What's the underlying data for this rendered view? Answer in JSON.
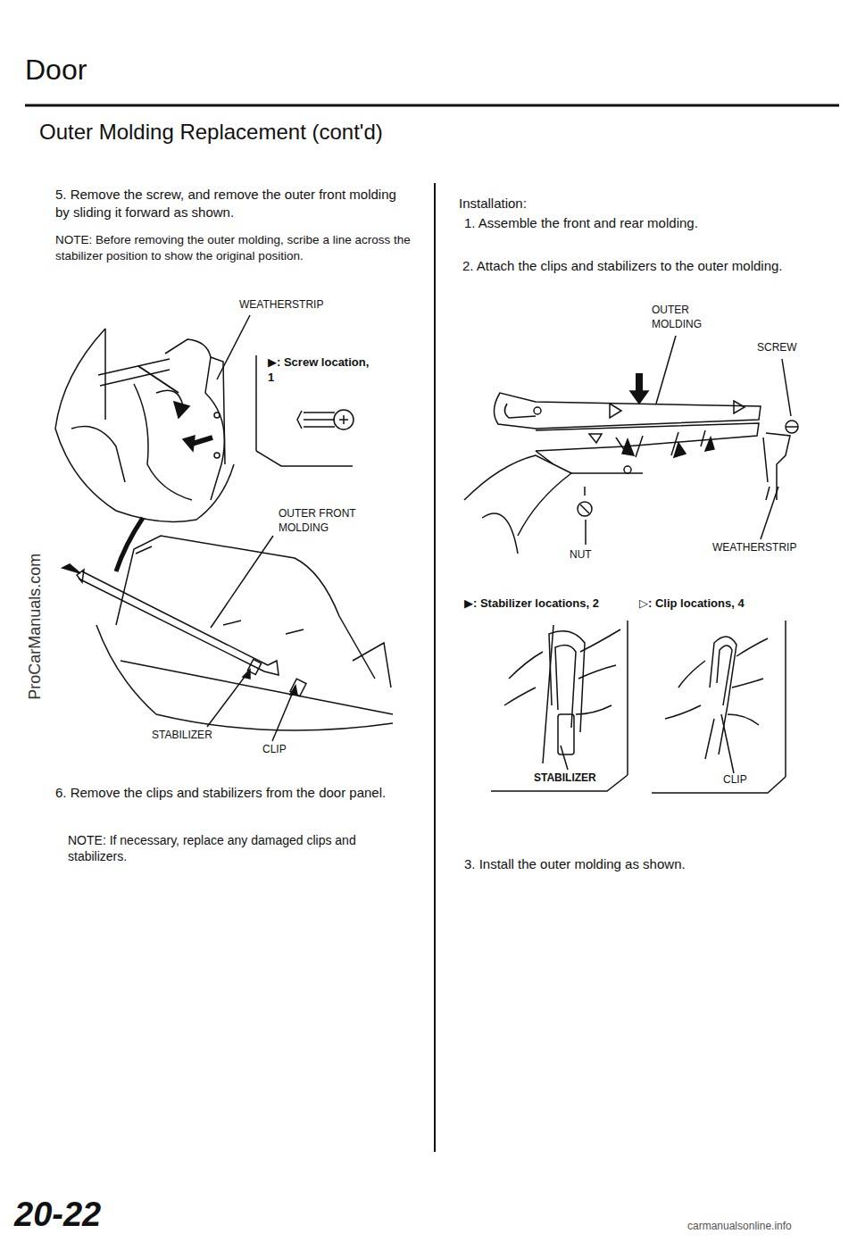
{
  "diagram": {
    "title": "Door",
    "labels": [
      "Outer Molding Replacement (cont'd)",
      "5. Remove the screw, and remove the outer front molding by sliding it forward as shown.",
      "NOTE: Before removing the outer molding, scribe a line across the stabilizer position to show the original position.",
      "WEATHERSTRIP",
      "▶: Screw location, 1",
      "OUTER FRONT MOLDING",
      "STABILIZER",
      "CLIP",
      "6. Remove the clips and stabilizers from the door panel.",
      "NOTE: If necessary, replace any damaged clips and stabilizers.",
      "Installation:",
      "1. Assemble the front and rear molding.",
      "2. Attach the clips and stabilizers to the outer molding.",
      "OUTER MOLDING",
      "SCREW",
      "NUT",
      "WEATHERSTRIP",
      "▶: Stabilizer locations, 2",
      "▷: Clip locations, 4",
      "STABILIZER",
      "CLIP",
      "3. Install the outer molding as shown.",
      "20-22",
      "ProCarManuals.com",
      "carmanualsonline.info"
    ]
  }
}
